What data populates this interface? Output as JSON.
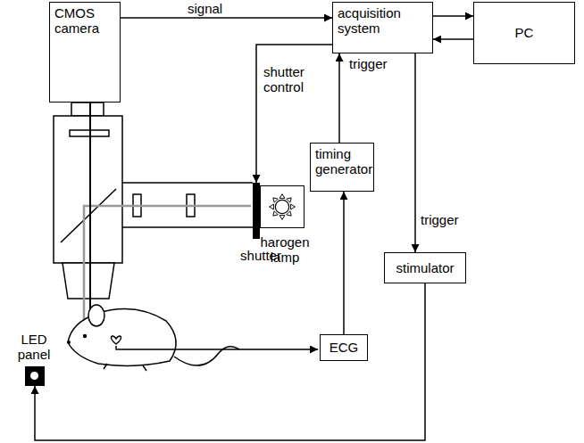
{
  "diagram": {
    "nodes": [
      {
        "text": [
          "CMOS camera"
        ]
      },
      {
        "text": [
          "acquisition system"
        ]
      },
      {
        "text": [
          "PC"
        ]
      },
      {
        "text": [
          "timing generator"
        ]
      },
      {
        "text": [
          "shutter"
        ]
      },
      {
        "text": [
          "harogen lamp"
        ]
      },
      {
        "text": [
          "stimulator"
        ]
      },
      {
        "text": [
          "LED panel"
        ]
      },
      {
        "text": [
          "ECG"
        ]
      }
    ],
    "edges": [
      {
        "from": 0,
        "to": 1,
        "label": "signal",
        "arrow": "to"
      },
      {
        "from": 1,
        "to": 2,
        "arrow": "to"
      },
      {
        "from": 2,
        "to": 1,
        "arrow": "to"
      },
      {
        "from": 1,
        "to": 4,
        "label": "shutter control",
        "arrow": "to"
      },
      {
        "from": 3,
        "to": 1,
        "label": "trigger",
        "arrow": "to"
      },
      {
        "from": 1,
        "to": 6,
        "label": "trigger",
        "arrow": "to"
      },
      {
        "from": 8,
        "to": 3,
        "arrow": "to"
      },
      {
        "from": 6,
        "to": 7,
        "arrow": "to"
      }
    ]
  }
}
